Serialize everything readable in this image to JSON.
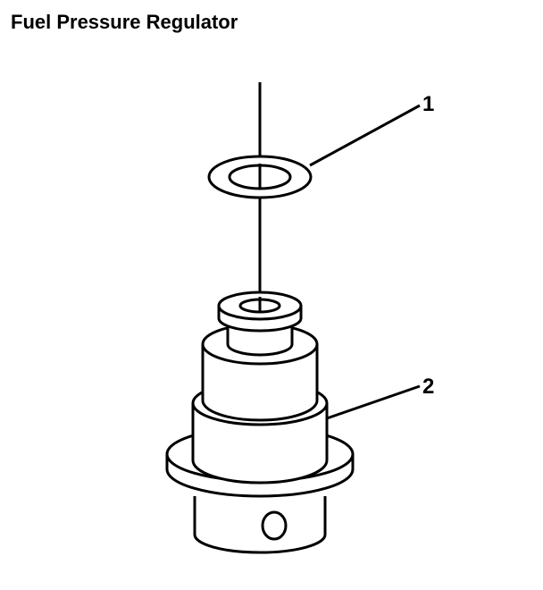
{
  "title": "Fuel Pressure Regulator",
  "callouts": [
    {
      "label": "1",
      "part": "o-ring seal"
    },
    {
      "label": "2",
      "part": "fuel pressure regulator"
    }
  ],
  "colors": {
    "stroke": "#000000",
    "background": "#ffffff"
  }
}
